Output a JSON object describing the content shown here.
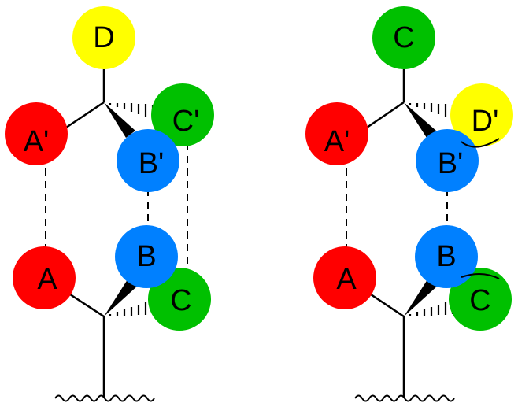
{
  "colors": {
    "red": "#ff0000",
    "blue": "#0080ff",
    "green": "#00c000",
    "yellow": "#ffff00",
    "bond": "#000000"
  },
  "left_diagram": {
    "atoms": {
      "D": "D",
      "A_prime": "A'",
      "C_prime": "C'",
      "B_prime": "B'",
      "A": "A",
      "B": "B",
      "C": "C"
    }
  },
  "right_diagram": {
    "atoms": {
      "C_top": "C",
      "A_prime": "A'",
      "D_prime": "D'",
      "B_prime": "B'",
      "A": "A",
      "B": "B",
      "C": "C"
    }
  }
}
